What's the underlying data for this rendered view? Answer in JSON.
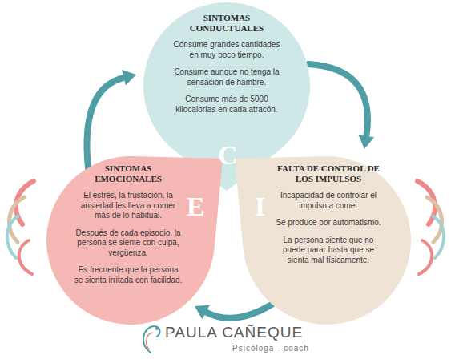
{
  "diagram": {
    "nodes": [
      {
        "text": [
          "SINTOMAS CONDUCTUALES",
          "Consume grandes cantidades en muy poco tiempo.",
          "Consume aunque no tenga la sensación de hambre.",
          "Consume más de 5000 kilocalorías en cada atracón.",
          "C"
        ]
      },
      {
        "text": [
          "SINTOMAS EMOCIONALES",
          "El estrés, la frustación, la ansiedad les lleva a comer más de lo habitual.",
          "Después de cada episodio, la persona se siente con culpa, vergüenza.",
          "Es frecuente que la persona se sienta irritada con facilidad.",
          "E"
        ]
      },
      {
        "text": [
          "FALTA DE CONTROL DE LOS IMPULSOS",
          "Incapacidad de controlar el impulso a comer",
          "Se produce por automatismo.",
          "La persona siente que no puede parar hasta que se sienta mal físicamente.",
          "I"
        ]
      }
    ],
    "edges": [
      {
        "from": 0,
        "to": 2,
        "arrow": "to"
      },
      {
        "from": 2,
        "to": 1,
        "arrow": "to"
      },
      {
        "from": 1,
        "to": 0,
        "arrow": "to"
      }
    ],
    "labels": [
      "PAULA CAÑEQUE",
      "Psicóloga - coach"
    ]
  }
}
